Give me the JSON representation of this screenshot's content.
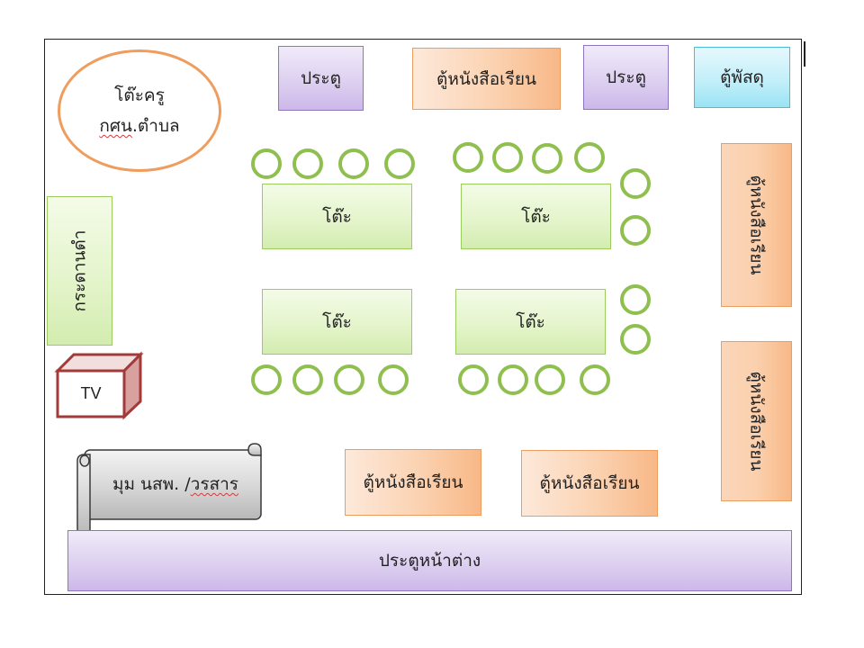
{
  "labels": {
    "door_1": "ประตู",
    "shelf_top": "ตู้หนังสือเรียน",
    "door_2": "ประตู",
    "supply_cabinet": "ตู้พัสดุ",
    "teacher_desk_line1": "โต๊ะครู",
    "teacher_desk_line2_a": "กศน",
    "teacher_desk_line2_b": ".ตำบล",
    "blackboard": "กระดานดำ",
    "tv": "TV",
    "table_1": "โต๊ะ",
    "table_2": "โต๊ะ",
    "table_3": "โต๊ะ",
    "table_4": "โต๊ะ",
    "shelf_right_1": "ตู้หนังสือเรียน",
    "shelf_right_2": "ตู้หนังสือเรียน",
    "shelf_bottom_1": "ตู้หนังสือเรียน",
    "shelf_bottom_2": "ตู้หนังสือเรียน",
    "reading_corner_a": "มุม นสพ. /",
    "reading_corner_b": "วรสาร",
    "front_window_door": "ประตูหน้าต่าง"
  },
  "colors": {
    "door_purple": "#ddd0f0",
    "shelf_orange": "#fbd2b1",
    "supply_cyan": "#bfeef9",
    "table_green": "#e3f4c9",
    "chair_ring_green": "#8fbf4f",
    "oval_border_orange": "#ef9d5f",
    "tv_dark_red": "#a33a3a",
    "scroll_gray": "#c9c9c9"
  }
}
